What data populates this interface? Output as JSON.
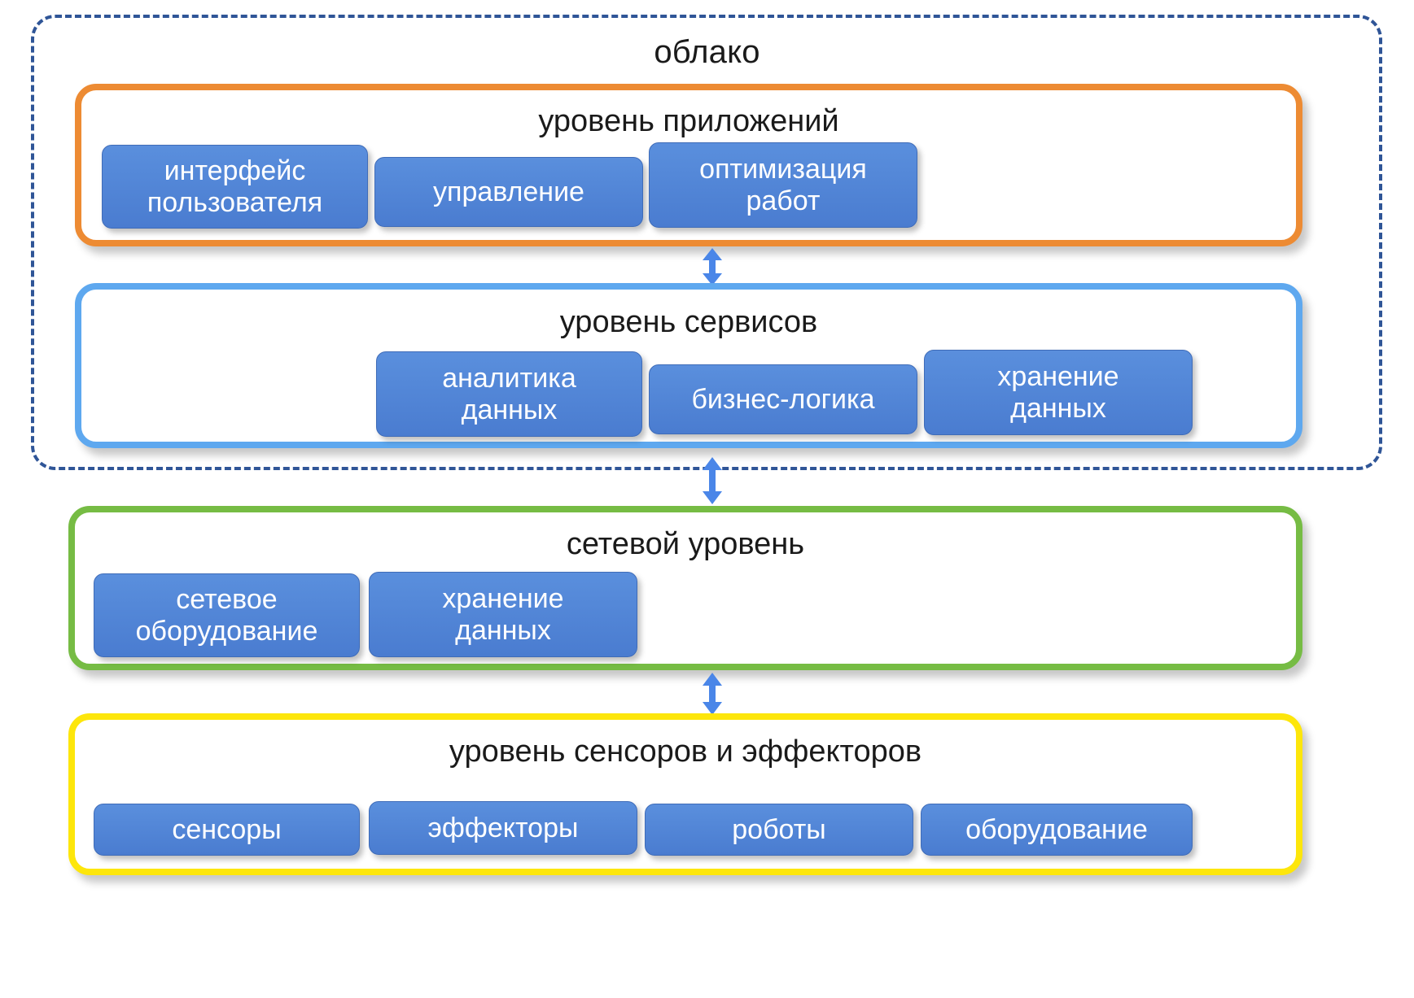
{
  "diagram": {
    "title": "облако",
    "colors": {
      "cloud_border": "#2f5597",
      "applications_layer": "#ed8b33",
      "services_layer": "#5ea8ef",
      "network_layer": "#76bc44",
      "sensors_layer": "#fde60b",
      "chip_fill": "#4a7cd0",
      "arrow": "#4a86e8",
      "text": "#1a1a1a",
      "chip_text": "#ffffff"
    }
  },
  "layers": [
    {
      "id": "applications",
      "title": "уровень приложений",
      "inside_cloud": true,
      "items": [
        {
          "label": "интерфейс\nпользователя"
        },
        {
          "label": "управление"
        },
        {
          "label": "оптимизация\nработ"
        }
      ]
    },
    {
      "id": "services",
      "title": "уровень сервисов",
      "inside_cloud": true,
      "items": [
        {
          "label": "аналитика\nданных"
        },
        {
          "label": "бизнес-логика"
        },
        {
          "label": "хранение\nданных"
        }
      ]
    },
    {
      "id": "network",
      "title": "сетевой уровень",
      "inside_cloud": false,
      "items": [
        {
          "label": "сетевое\nоборудование"
        },
        {
          "label": "хранение\nданных"
        }
      ]
    },
    {
      "id": "sensors",
      "title": "уровень сенсоров и эффекторов",
      "inside_cloud": false,
      "items": [
        {
          "label": "сенсоры"
        },
        {
          "label": "эффекторы"
        },
        {
          "label": "роботы"
        },
        {
          "label": "оборудование"
        }
      ]
    }
  ],
  "connectors": [
    {
      "id": "apps-services",
      "from": "applications",
      "to": "services",
      "type": "double-arrow-vertical"
    },
    {
      "id": "services-network",
      "from": "services",
      "to": "network",
      "type": "double-arrow-vertical"
    },
    {
      "id": "network-sensors",
      "from": "network",
      "to": "sensors",
      "type": "double-arrow-vertical"
    }
  ]
}
